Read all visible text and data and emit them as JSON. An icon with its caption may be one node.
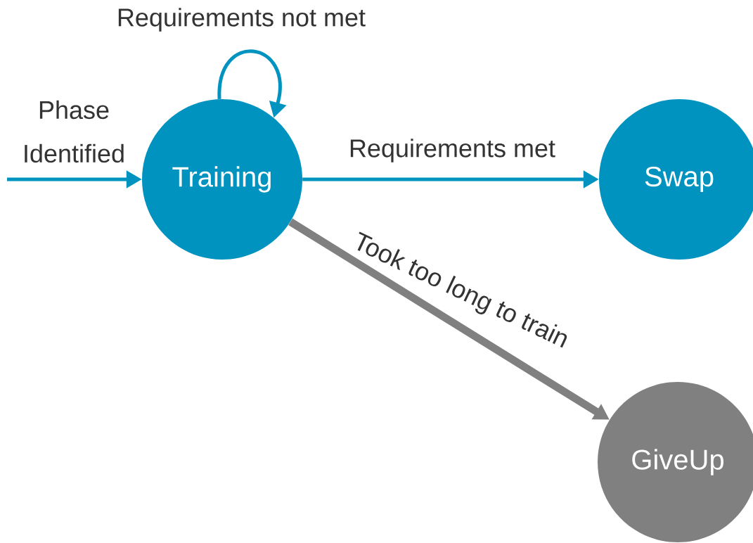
{
  "diagram": {
    "nodes": [
      {
        "text": [
          "Training"
        ]
      },
      {
        "text": [
          "Swap"
        ]
      },
      {
        "text": [
          "GiveUp"
        ]
      }
    ],
    "edges": [
      {
        "from": null,
        "to": 0,
        "arrow": "to",
        "label": "Phase Identified"
      },
      {
        "from": 0,
        "to": 0,
        "arrow": "to",
        "label": "Requirements not met"
      },
      {
        "from": 0,
        "to": 1,
        "arrow": "to",
        "label": "Requirements met"
      },
      {
        "from": 0,
        "to": 2,
        "arrow": "to",
        "label": "Took too long to train",
        "style": "thick",
        "color": "#808080"
      }
    ]
  }
}
